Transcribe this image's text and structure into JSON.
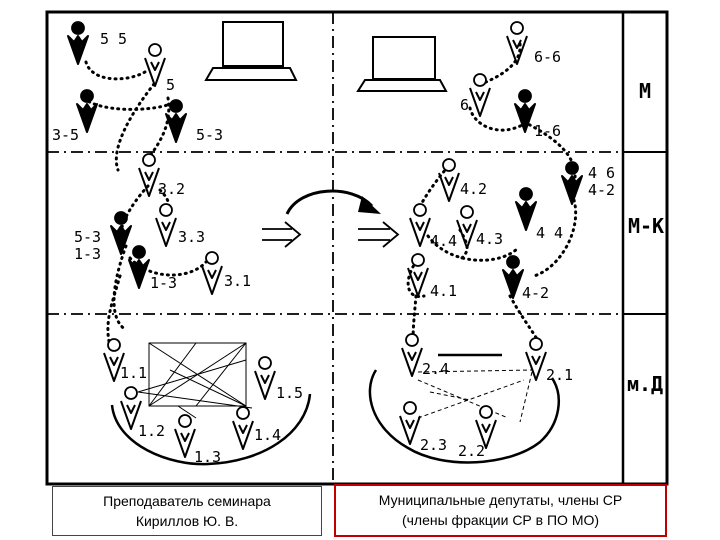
{
  "levels": [
    "М",
    "М-К",
    "м.Д"
  ],
  "captions": {
    "left": {
      "line1": "Преподаватель семинара",
      "line2": "Кириллов Ю. В."
    },
    "right": {
      "line1": "Муниципальные депутаты, члены СР",
      "line2": "(члены фракции СР в ПО МО)"
    }
  },
  "colors": {
    "ink": "#000000",
    "accent": "#c00000"
  },
  "figures": [
    {
      "id": "a55",
      "label": "5 5",
      "filled": true
    },
    {
      "id": "a5",
      "label": "5",
      "filled": false
    },
    {
      "id": "a35",
      "label": "3-5",
      "filled": true
    },
    {
      "id": "a53",
      "label": "5-3",
      "filled": true
    },
    {
      "id": "a32",
      "label": "3.2",
      "filled": false
    },
    {
      "id": "a33",
      "label": "3.3",
      "filled": false
    },
    {
      "id": "a53b",
      "label": "5-3\n1-3",
      "filled": true
    },
    {
      "id": "a13",
      "label": "1-3",
      "filled": true
    },
    {
      "id": "a31",
      "label": "3.1",
      "filled": false
    },
    {
      "id": "a11",
      "label": "1.1",
      "filled": false
    },
    {
      "id": "a12",
      "label": "1.2",
      "filled": false
    },
    {
      "id": "a13b",
      "label": "1.3",
      "filled": false
    },
    {
      "id": "a14",
      "label": "1.4",
      "filled": false
    },
    {
      "id": "a15",
      "label": "1.5",
      "filled": false
    },
    {
      "id": "b66",
      "label": "6-6",
      "filled": false
    },
    {
      "id": "b6",
      "label": "6",
      "filled": false
    },
    {
      "id": "b16",
      "label": "1-6",
      "filled": true
    },
    {
      "id": "b46",
      "label": "4 6\n4-2",
      "filled": true
    },
    {
      "id": "b42",
      "label": "4.2",
      "filled": false
    },
    {
      "id": "b44",
      "label": "4.4",
      "filled": false
    },
    {
      "id": "b43",
      "label": "4.3",
      "filled": false
    },
    {
      "id": "b44b",
      "label": "4 4",
      "filled": true
    },
    {
      "id": "b41",
      "label": "4.1",
      "filled": false
    },
    {
      "id": "b42b",
      "label": "4-2",
      "filled": true
    },
    {
      "id": "b24",
      "label": "2.4",
      "filled": false
    },
    {
      "id": "b21",
      "label": "2.1",
      "filled": false
    },
    {
      "id": "b23",
      "label": "2.3",
      "filled": false
    },
    {
      "id": "b22",
      "label": "2.2",
      "filled": false
    }
  ]
}
